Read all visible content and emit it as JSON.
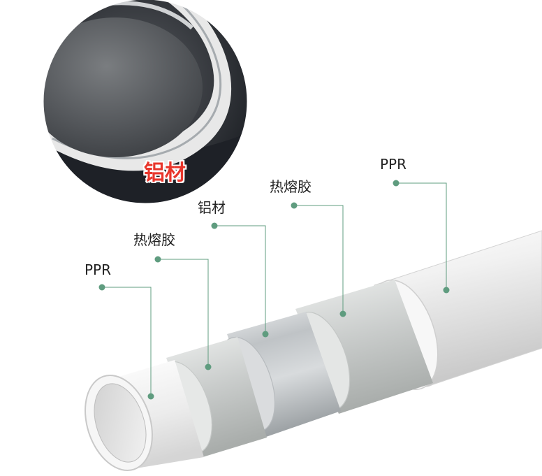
{
  "inset": {
    "label": "铝材"
  },
  "callouts": [
    {
      "id": "ppr-inner",
      "label": "PPR"
    },
    {
      "id": "hotmelt-inner",
      "label": "热熔胶"
    },
    {
      "id": "aluminum",
      "label": "铝材"
    },
    {
      "id": "hotmelt-outer",
      "label": "热熔胶"
    },
    {
      "id": "ppr-outer",
      "label": "PPR"
    }
  ],
  "colors": {
    "leader_line": "#5f9c7f",
    "inset_label": "#e8352b",
    "label_text": "#222222"
  }
}
